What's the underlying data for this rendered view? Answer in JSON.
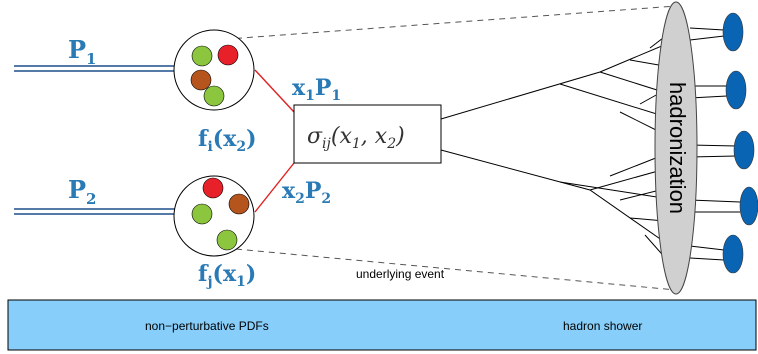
{
  "beams": {
    "p1": {
      "main": "P",
      "sub": "1"
    },
    "p2": {
      "main": "P",
      "sub": "2"
    }
  },
  "pdfs": {
    "upper": {
      "f": "f",
      "sub": "i",
      "arg_open": "(x",
      "arg_sub": "2",
      "arg_close": ")"
    },
    "lower": {
      "f": "f",
      "sub": "j",
      "arg_open": "(x",
      "arg_sub": "1",
      "arg_close": ")"
    }
  },
  "momenta": {
    "upper": {
      "x": "x",
      "xs": "1",
      "p": "P",
      "ps": "1"
    },
    "lower": {
      "x": "x",
      "xs": "2",
      "p": "P",
      "ps": "2"
    }
  },
  "cross_section": {
    "sigma": "σ",
    "sub": "ij",
    "args": "(x",
    "a1": "1",
    "comma": ", x",
    "a2": "2",
    "close": ")"
  },
  "hadronization_label": "hadronization",
  "underlying_event_label": "underlying event",
  "bottom_bar": {
    "left_label": "non−perturbative PDFs",
    "right_label": "hadron shower"
  },
  "colors": {
    "label_blue": "#2a7ab5",
    "beam_blue": "#1f4e8c",
    "red_line": "#e02020",
    "parton_red": "#e8202a",
    "parton_green": "#8cc63f",
    "parton_brown": "#b5541c",
    "hadron_blue": "#0a64b4",
    "bar_blue": "#87cefa",
    "ellipse_grey": "#d0d0d0"
  }
}
